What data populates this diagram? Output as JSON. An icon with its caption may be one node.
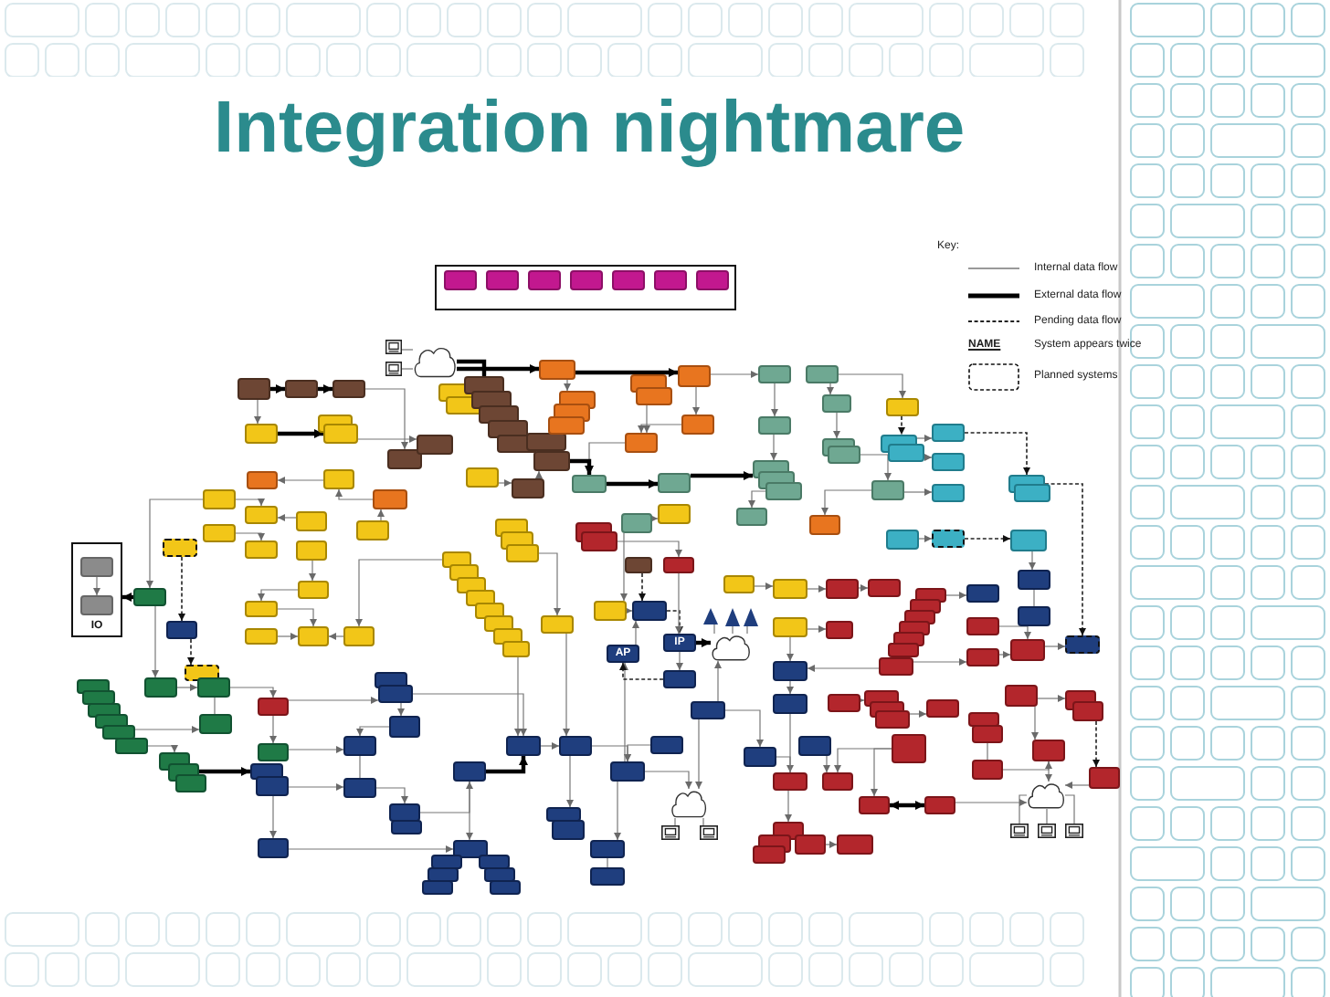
{
  "diagram": {
    "title": "Integration nightmare",
    "nodes": [
      {
        "text": [],
        "shape": "box"
      },
      {
        "text": [],
        "shape": "box",
        "in": 0
      },
      {
        "text": [],
        "shape": "box",
        "in": 0
      },
      {
        "text": [],
        "shape": "box",
        "in": 0
      },
      {
        "text": [],
        "shape": "box",
        "in": 0
      },
      {
        "text": [],
        "shape": "box",
        "in": 0
      },
      {
        "text": [],
        "shape": "box",
        "in": 0
      },
      {
        "text": [],
        "shape": "box",
        "in": 0
      },
      {
        "text": [],
        "shape": "box"
      },
      {
        "text": [],
        "shape": "box"
      },
      {
        "text": [],
        "shape": "box"
      },
      {
        "text": [],
        "shape": "cloud"
      },
      {
        "text": [],
        "shape": "terminal"
      },
      {
        "text": [],
        "shape": "terminal"
      },
      {
        "text": [],
        "shape": "box"
      },
      {
        "text": [],
        "shape": "box"
      },
      {
        "text": [],
        "shape": "box"
      },
      {
        "text": [],
        "shape": "box"
      },
      {
        "text": [],
        "shape": "box"
      },
      {
        "text": [],
        "shape": "box"
      },
      {
        "text": [],
        "shape": "box"
      },
      {
        "text": [],
        "shape": "box"
      },
      {
        "text": [],
        "shape": "box"
      },
      {
        "text": [],
        "shape": "box"
      },
      {
        "text": [],
        "shape": "box"
      },
      {
        "text": [],
        "shape": "box"
      },
      {
        "text": [],
        "shape": "box"
      },
      {
        "text": [],
        "shape": "box"
      },
      {
        "text": [],
        "shape": "box"
      },
      {
        "text": [],
        "shape": "box"
      },
      {
        "text": [],
        "shape": "box"
      },
      {
        "text": [],
        "shape": "box"
      },
      {
        "text": [],
        "shape": "box"
      },
      {
        "text": [],
        "shape": "box"
      },
      {
        "text": [],
        "shape": "box"
      },
      {
        "text": [],
        "shape": "box"
      },
      {
        "text": [],
        "shape": "box"
      },
      {
        "text": [],
        "shape": "box"
      },
      {
        "text": [],
        "shape": "box"
      },
      {
        "text": [],
        "shape": "box"
      },
      {
        "text": [],
        "shape": "box"
      },
      {
        "text": [],
        "shape": "box"
      },
      {
        "text": [],
        "shape": "box"
      },
      {
        "text": [],
        "shape": "box"
      },
      {
        "text": [],
        "shape": "box"
      },
      {
        "text": [],
        "shape": "box"
      },
      {
        "text": [],
        "shape": "box"
      },
      {
        "text": [],
        "shape": "box"
      },
      {
        "text": [],
        "shape": "box"
      },
      {
        "text": [],
        "shape": "box"
      },
      {
        "text": [],
        "shape": "box"
      },
      {
        "text": [],
        "shape": "box"
      },
      {
        "text": [],
        "shape": "box"
      },
      {
        "text": [],
        "shape": "box"
      },
      {
        "text": [],
        "shape": "box"
      },
      {
        "text": [],
        "shape": "box"
      },
      {
        "text": [],
        "shape": "box"
      },
      {
        "text": [],
        "shape": "box"
      },
      {
        "text": [],
        "shape": "box"
      },
      {
        "text": [],
        "shape": "box"
      },
      {
        "text": [],
        "shape": "box"
      },
      {
        "text": [],
        "shape": "box"
      },
      {
        "text": [],
        "shape": "box"
      },
      {
        "text": [],
        "shape": "box"
      },
      {
        "text": [],
        "shape": "box"
      },
      {
        "text": [],
        "shape": "box"
      },
      {
        "text": [],
        "shape": "box"
      },
      {
        "text": [],
        "shape": "box"
      },
      {
        "text": [],
        "shape": "box"
      },
      {
        "text": [],
        "shape": "box"
      },
      {
        "text": [],
        "shape": "box"
      },
      {
        "text": [],
        "shape": "box"
      },
      {
        "text": [],
        "shape": "box"
      },
      {
        "text": [],
        "shape": "box"
      },
      {
        "text": [],
        "shape": "box"
      },
      {
        "text": [],
        "shape": "box"
      },
      {
        "text": [
          "IO"
        ]
      },
      {
        "text": [],
        "shape": "box",
        "in": 76
      },
      {
        "text": [],
        "shape": "box",
        "in": 76
      },
      {
        "text": [],
        "shape": "box"
      },
      {
        "text": [],
        "shape": "box"
      },
      {
        "text": [],
        "shape": "box"
      },
      {
        "text": [],
        "shape": "box"
      },
      {
        "text": [],
        "shape": "box"
      },
      {
        "text": [],
        "shape": "box"
      },
      {
        "text": [],
        "shape": "box"
      },
      {
        "text": [],
        "shape": "box"
      },
      {
        "text": [],
        "shape": "box"
      },
      {
        "text": [],
        "shape": "box"
      },
      {
        "text": [],
        "shape": "box"
      },
      {
        "text": [],
        "shape": "box"
      },
      {
        "text": [],
        "shape": "box"
      },
      {
        "text": [],
        "shape": "box"
      },
      {
        "text": [],
        "shape": "box"
      },
      {
        "text": [],
        "shape": "box"
      },
      {
        "text": [],
        "shape": "box"
      },
      {
        "text": [],
        "shape": "box"
      },
      {
        "text": [],
        "shape": "box"
      },
      {
        "text": [],
        "shape": "box"
      },
      {
        "text": [],
        "shape": "box"
      },
      {
        "text": [],
        "shape": "box"
      },
      {
        "text": [],
        "shape": "box"
      },
      {
        "text": [],
        "shape": "box"
      },
      {
        "text": [],
        "shape": "box"
      },
      {
        "text": [],
        "shape": "box"
      },
      {
        "text": [],
        "shape": "box"
      },
      {
        "text": [],
        "shape": "box"
      },
      {
        "text": [],
        "shape": "box"
      },
      {
        "text": [],
        "shape": "box"
      },
      {
        "text": [],
        "shape": "box"
      },
      {
        "text": [],
        "shape": "box"
      },
      {
        "text": [],
        "shape": "box"
      },
      {
        "text": [],
        "shape": "box"
      },
      {
        "text": [],
        "shape": "box"
      },
      {
        "text": [],
        "shape": "box"
      },
      {
        "text": [],
        "shape": "box"
      },
      {
        "text": [],
        "shape": "box"
      },
      {
        "text": [],
        "shape": "box"
      },
      {
        "text": [],
        "shape": "box"
      },
      {
        "text": [],
        "shape": "box"
      },
      {
        "text": [],
        "shape": "box"
      },
      {
        "text": [],
        "shape": "box"
      },
      {
        "text": [],
        "shape": "box"
      },
      {
        "text": [],
        "shape": "box"
      },
      {
        "text": [],
        "shape": "box"
      },
      {
        "text": [],
        "shape": "box"
      },
      {
        "text": [],
        "shape": "box"
      },
      {
        "text": [],
        "shape": "box"
      },
      {
        "text": [
          "IP"
        ]
      },
      {
        "text": [
          "AP"
        ]
      },
      {
        "text": [],
        "shape": "box"
      },
      {
        "text": [],
        "shape": "triangle"
      },
      {
        "text": [],
        "shape": "triangle"
      },
      {
        "text": [],
        "shape": "triangle"
      },
      {
        "text": [],
        "shape": "cloud"
      },
      {
        "text": [],
        "shape": "box"
      },
      {
        "text": [],
        "shape": "box"
      },
      {
        "text": [],
        "shape": "box"
      },
      {
        "text": [],
        "shape": "box"
      },
      {
        "text": [],
        "shape": "box"
      },
      {
        "text": [],
        "shape": "box"
      },
      {
        "text": [],
        "shape": "box"
      },
      {
        "text": [],
        "shape": "box"
      },
      {
        "text": [],
        "shape": "box"
      },
      {
        "text": [],
        "shape": "box"
      },
      {
        "text": [],
        "shape": "box"
      },
      {
        "text": [],
        "shape": "box"
      },
      {
        "text": [],
        "shape": "box"
      },
      {
        "text": [],
        "shape": "box"
      },
      {
        "text": [],
        "shape": "box"
      },
      {
        "text": [],
        "shape": "box"
      },
      {
        "text": [],
        "shape": "box"
      },
      {
        "text": [],
        "shape": "cloud"
      },
      {
        "text": [],
        "shape": "terminal"
      },
      {
        "text": [],
        "shape": "terminal"
      },
      {
        "text": [],
        "shape": "box"
      },
      {
        "text": [],
        "shape": "box"
      },
      {
        "text": [],
        "shape": "box"
      },
      {
        "text": [],
        "shape": "box"
      },
      {
        "text": [],
        "shape": "box"
      },
      {
        "text": [],
        "shape": "box"
      },
      {
        "text": [],
        "shape": "box"
      },
      {
        "text": [],
        "shape": "box"
      },
      {
        "text": [],
        "shape": "box"
      },
      {
        "text": [],
        "shape": "box"
      },
      {
        "text": [],
        "shape": "box"
      },
      {
        "text": [],
        "shape": "box"
      },
      {
        "text": [],
        "shape": "box"
      },
      {
        "text": [],
        "shape": "box"
      },
      {
        "text": [],
        "shape": "box"
      },
      {
        "text": [],
        "shape": "box"
      },
      {
        "text": [],
        "shape": "box"
      },
      {
        "text": [],
        "shape": "box"
      },
      {
        "text": [],
        "shape": "box"
      },
      {
        "text": [],
        "shape": "box"
      },
      {
        "text": [],
        "shape": "box"
      },
      {
        "text": [],
        "shape": "box"
      },
      {
        "text": [],
        "shape": "box"
      },
      {
        "text": [],
        "shape": "box"
      },
      {
        "text": [],
        "shape": "box"
      },
      {
        "text": [],
        "shape": "box"
      },
      {
        "text": [],
        "shape": "box"
      },
      {
        "text": [],
        "shape": "box"
      },
      {
        "text": [],
        "shape": "box"
      },
      {
        "text": [],
        "shape": "box"
      },
      {
        "text": [],
        "shape": "box"
      },
      {
        "text": [],
        "shape": "box"
      },
      {
        "text": [],
        "shape": "box"
      },
      {
        "text": [],
        "shape": "box"
      },
      {
        "text": [],
        "shape": "box"
      },
      {
        "text": [],
        "shape": "box"
      },
      {
        "text": [],
        "shape": "box"
      },
      {
        "text": [],
        "shape": "box"
      },
      {
        "text": [],
        "shape": "box"
      },
      {
        "text": [],
        "shape": "box"
      },
      {
        "text": [],
        "shape": "box"
      },
      {
        "text": [],
        "shape": "box"
      },
      {
        "text": [],
        "shape": "box"
      },
      {
        "text": [],
        "shape": "box"
      },
      {
        "text": [],
        "shape": "cloud"
      },
      {
        "text": [],
        "shape": "terminal"
      },
      {
        "text": [],
        "shape": "terminal"
      },
      {
        "text": [],
        "shape": "terminal"
      },
      {
        "text": [],
        "shape": "box"
      },
      {
        "text": [],
        "shape": "box"
      },
      {
        "text": [],
        "shape": "box"
      },
      {
        "text": [],
        "shape": "box"
      },
      {
        "text": [],
        "shape": "box"
      }
    ],
    "edges": [
      {
        "from": 8,
        "to": 9,
        "arrow": "to",
        "style": "thick",
        "color": "#000000"
      },
      {
        "from": 9,
        "to": 10,
        "arrow": "to",
        "style": "thick",
        "color": "#000000"
      },
      {
        "from": 12,
        "to": 11,
        "arrow": "none"
      },
      {
        "from": 13,
        "to": 11,
        "arrow": "none"
      },
      {
        "from": 11,
        "to": 21,
        "arrow": "none",
        "style": "thick",
        "color": "#000000"
      },
      {
        "from": 10,
        "to": 17,
        "arrow": "to"
      },
      {
        "from": 14,
        "to": 16,
        "arrow": "to",
        "style": "thick",
        "color": "#000000"
      },
      {
        "from": 16,
        "to": 18,
        "arrow": "to"
      },
      {
        "from": 69,
        "to": 68,
        "arrow": "to"
      },
      {
        "from": 70,
        "to": 69,
        "arrow": "to"
      },
      {
        "from": 73,
        "to": 72,
        "arrow": "to"
      },
      {
        "from": 71,
        "to": 72,
        "arrow": "to"
      },
      {
        "from": 75,
        "to": 70,
        "arrow": "to"
      },
      {
        "from": 74,
        "to": 80,
        "arrow": "to"
      },
      {
        "from": 81,
        "to": 83,
        "arrow": "to"
      },
      {
        "from": 83,
        "to": 84,
        "arrow": "to"
      },
      {
        "from": 84,
        "to": 87,
        "arrow": "to"
      },
      {
        "from": 86,
        "to": 87,
        "arrow": "to"
      },
      {
        "from": 88,
        "to": 87,
        "arrow": "to"
      },
      {
        "from": 82,
        "to": 76,
        "arrow": "to",
        "style": "thick",
        "color": "#000000"
      },
      {
        "from": 77,
        "to": 78,
        "arrow": "to"
      },
      {
        "from": 82,
        "to": 90,
        "arrow": "to"
      },
      {
        "from": 85,
        "to": 89,
        "arrow": "to",
        "style": "dashed"
      },
      {
        "from": 79,
        "to": 85,
        "arrow": "to",
        "style": "dashed"
      },
      {
        "from": 90,
        "to": 91,
        "arrow": "to"
      },
      {
        "from": 91,
        "to": 92,
        "arrow": "none"
      },
      {
        "from": 91,
        "to": 93,
        "arrow": "to"
      },
      {
        "from": 93,
        "to": 94,
        "arrow": "to"
      },
      {
        "from": 94,
        "to": 118,
        "arrow": "to"
      },
      {
        "from": 100,
        "to": 101,
        "arrow": "to"
      },
      {
        "from": 99,
        "to": 92,
        "arrow": "to"
      },
      {
        "from": 102,
        "to": 104,
        "arrow": "to",
        "style": "thick",
        "color": "#000000"
      },
      {
        "from": 105,
        "to": 106,
        "arrow": "to"
      },
      {
        "from": 105,
        "to": 119,
        "arrow": "to"
      },
      {
        "from": 106,
        "to": 163,
        "arrow": "to"
      },
      {
        "from": 116,
        "to": 117,
        "arrow": "to"
      },
      {
        "from": 117,
        "to": 118,
        "arrow": "to"
      },
      {
        "from": 118,
        "to": 119,
        "arrow": "none"
      },
      {
        "from": 119,
        "to": 120,
        "arrow": "to"
      },
      {
        "from": 122,
        "to": 144,
        "arrow": "to",
        "style": "thick",
        "color": "#000000"
      },
      {
        "from": 144,
        "to": 145,
        "arrow": "to"
      },
      {
        "from": 145,
        "to": 147,
        "arrow": "to"
      },
      {
        "from": 146,
        "to": 147,
        "arrow": "to"
      },
      {
        "from": 147,
        "to": 129,
        "arrow": "to"
      },
      {
        "from": 129,
        "to": 127,
        "arrow": "to"
      },
      {
        "from": 127,
        "to": 128,
        "arrow": "to",
        "style": "dashed"
      },
      {
        "from": 128,
        "to": 130,
        "arrow": "to"
      },
      {
        "from": 130,
        "to": 129,
        "arrow": "to",
        "style": "dashed"
      },
      {
        "from": 126,
        "to": 127,
        "arrow": "to"
      },
      {
        "from": 123,
        "to": 127,
        "arrow": "to",
        "style": "dashed"
      },
      {
        "from": 124,
        "to": 128,
        "arrow": "to"
      },
      {
        "from": 131,
        "to": 134,
        "arrow": "none"
      },
      {
        "from": 132,
        "to": 134,
        "arrow": "none"
      },
      {
        "from": 133,
        "to": 134,
        "arrow": "none"
      },
      {
        "from": 128,
        "to": 134,
        "arrow": "to",
        "style": "thick",
        "color": "#000000"
      },
      {
        "from": 135,
        "to": 136,
        "arrow": "to"
      },
      {
        "from": 136,
        "to": 137,
        "arrow": "to"
      },
      {
        "from": 137,
        "to": 138,
        "arrow": "to"
      },
      {
        "from": 139,
        "to": 140,
        "arrow": "to"
      },
      {
        "from": 139,
        "to": 141,
        "arrow": "to"
      },
      {
        "from": 141,
        "to": 142,
        "arrow": "to"
      },
      {
        "from": 142,
        "to": 150,
        "arrow": "to"
      },
      {
        "from": 143,
        "to": 149,
        "arrow": "to"
      },
      {
        "from": 148,
        "to": 151,
        "arrow": "to"
      },
      {
        "from": 149,
        "to": 150,
        "arrow": "none"
      },
      {
        "from": 147,
        "to": 152,
        "arrow": "to"
      },
      {
        "from": 152,
        "to": 153,
        "arrow": "none"
      },
      {
        "from": 152,
        "to": 154,
        "arrow": "none"
      },
      {
        "from": 143,
        "to": 152,
        "arrow": "to"
      },
      {
        "from": 145,
        "to": 155,
        "arrow": "to"
      },
      {
        "from": 147,
        "to": 157,
        "arrow": "to"
      },
      {
        "from": 157,
        "to": 158,
        "arrow": "none"
      },
      {
        "from": 122,
        "to": 163,
        "arrow": "to"
      },
      {
        "from": 162,
        "to": 204,
        "arrow": "to"
      },
      {
        "from": 150,
        "to": 159,
        "arrow": "to"
      },
      {
        "from": 176,
        "to": 141,
        "arrow": "to"
      },
      {
        "from": 176,
        "to": 179,
        "arrow": "to"
      },
      {
        "from": 170,
        "to": 177,
        "arrow": "to"
      },
      {
        "from": 178,
        "to": 180,
        "arrow": "to"
      },
      {
        "from": 179,
        "to": 180,
        "arrow": "to"
      },
      {
        "from": 180,
        "to": 183,
        "arrow": "to"
      },
      {
        "from": 181,
        "to": 182,
        "arrow": "none"
      },
      {
        "from": 187,
        "to": 188,
        "arrow": "to"
      },
      {
        "from": 184,
        "to": 185,
        "arrow": "to"
      },
      {
        "from": 192,
        "to": 151,
        "arrow": "to"
      },
      {
        "from": 189,
        "to": 190,
        "arrow": "to"
      },
      {
        "from": 189,
        "to": 196,
        "arrow": "to"
      },
      {
        "from": 196,
        "to": 199,
        "arrow": "to"
      },
      {
        "from": 199,
        "to": 200,
        "arrow": "none"
      },
      {
        "from": 199,
        "to": 201,
        "arrow": "none"
      },
      {
        "from": 199,
        "to": 202,
        "arrow": "none"
      },
      {
        "from": 203,
        "to": 199,
        "arrow": "to"
      },
      {
        "from": 192,
        "to": 197,
        "arrow": "to"
      },
      {
        "from": 197,
        "to": 198,
        "arrow": "both",
        "style": "thick",
        "color": "#000000"
      },
      {
        "from": 198,
        "to": 199,
        "arrow": "to"
      },
      {
        "from": 195,
        "to": 196,
        "arrow": "to"
      },
      {
        "from": 194,
        "to": 195,
        "arrow": "none"
      },
      {
        "from": 191,
        "to": 203,
        "arrow": "to",
        "style": "dashed"
      },
      {
        "from": 55,
        "to": 183,
        "arrow": "to",
        "style": "dashed"
      },
      {
        "from": 207,
        "to": 181,
        "arrow": "to"
      },
      {
        "from": 50,
        "to": 52,
        "arrow": "to"
      },
      {
        "from": 51,
        "to": 53,
        "arrow": "to"
      },
      {
        "from": 57,
        "to": 54,
        "arrow": "to"
      },
      {
        "from": 49,
        "to": 50,
        "arrow": "to",
        "style": "dashed"
      },
      {
        "from": 52,
        "to": 55,
        "arrow": "to",
        "style": "dashed"
      },
      {
        "from": 206,
        "to": 207,
        "arrow": "to",
        "style": "dashed"
      },
      {
        "from": 205,
        "to": 206,
        "arrow": "to"
      },
      {
        "from": 38,
        "to": 41,
        "arrow": "to"
      },
      {
        "from": 39,
        "to": 40,
        "arrow": "to"
      },
      {
        "from": 40,
        "to": 42,
        "arrow": "to"
      },
      {
        "from": 41,
        "to": 44,
        "arrow": "to"
      },
      {
        "from": 46,
        "to": 47,
        "arrow": "to"
      },
      {
        "from": 43,
        "to": 57,
        "arrow": "to"
      },
      {
        "from": 57,
        "to": 48,
        "arrow": "to"
      },
      {
        "from": 35,
        "to": 36,
        "arrow": "to"
      },
      {
        "from": 36,
        "to": 37,
        "arrow": "to"
      },
      {
        "from": 34,
        "to": 37,
        "arrow": "to"
      },
      {
        "from": 35,
        "to": 38,
        "arrow": "to"
      },
      {
        "from": 29,
        "to": 30,
        "arrow": "to"
      },
      {
        "from": 37,
        "to": 58,
        "arrow": "to"
      },
      {
        "from": 27,
        "to": 58,
        "arrow": "to",
        "style": "thick",
        "color": "#000000"
      },
      {
        "from": 58,
        "to": 59,
        "arrow": "to",
        "style": "thick",
        "color": "#000000"
      },
      {
        "from": 59,
        "to": 44,
        "arrow": "to",
        "style": "thick",
        "color": "#000000"
      },
      {
        "from": 60,
        "to": 28,
        "arrow": "to"
      },
      {
        "from": 28,
        "to": 27,
        "arrow": "to"
      },
      {
        "from": 61,
        "to": 62,
        "arrow": "to"
      },
      {
        "from": 61,
        "to": 126,
        "arrow": "to"
      },
      {
        "from": 64,
        "to": 124,
        "arrow": "to"
      },
      {
        "from": 67,
        "to": 125,
        "arrow": "to"
      },
      {
        "from": 125,
        "to": 145,
        "arrow": "to"
      },
      {
        "from": 114,
        "to": 144,
        "arrow": "to"
      },
      {
        "from": 107,
        "to": 88,
        "arrow": "to"
      },
      {
        "from": 11,
        "to": 29,
        "arrow": "to",
        "style": "thick",
        "color": "#000000"
      },
      {
        "from": 29,
        "to": 35,
        "arrow": "to",
        "style": "thick",
        "color": "#000000"
      },
      {
        "from": 39,
        "to": 49,
        "arrow": "to"
      },
      {
        "from": 8,
        "to": 14,
        "arrow": "to"
      },
      {
        "from": 71,
        "to": 82,
        "arrow": "to"
      },
      {
        "from": 93,
        "to": 116,
        "arrow": "to"
      },
      {
        "from": 120,
        "to": 122,
        "arrow": "to"
      },
      {
        "from": 116,
        "to": 144,
        "arrow": "to"
      },
      {
        "from": 143,
        "to": 134,
        "arrow": "to"
      }
    ],
    "labels": [
      "Key:",
      "NAME"
    ],
    "legend": [
      {
        "text": "Internal data flow"
      },
      {
        "text": "External data flow"
      },
      {
        "text": "Pending data flow"
      },
      {
        "text": "System appears twice"
      },
      {
        "text": "Planned systems"
      }
    ]
  }
}
